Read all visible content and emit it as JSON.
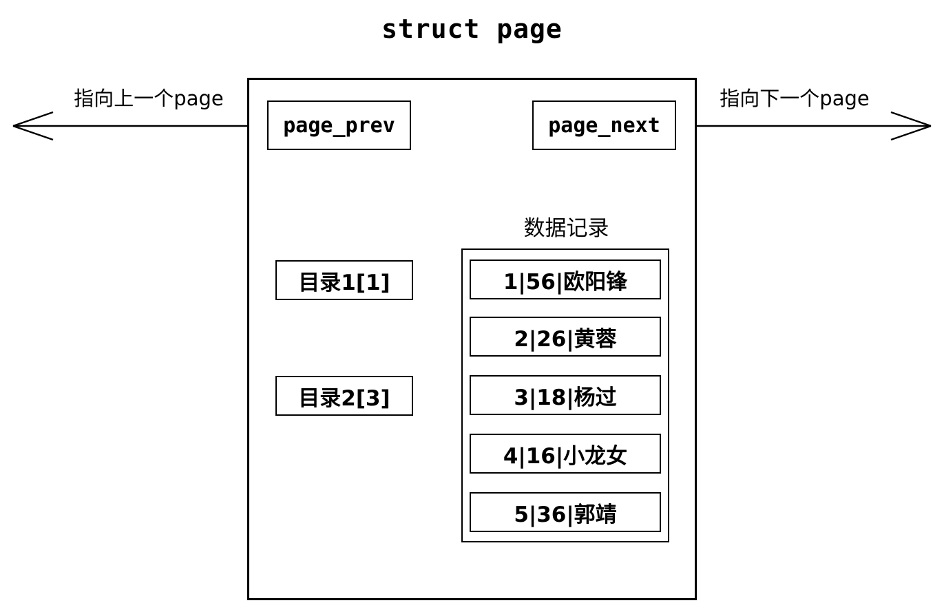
{
  "colors": {
    "stroke": "#000000",
    "background": "#ffffff",
    "text": "#000000"
  },
  "title": "struct page",
  "page_struct": {
    "prev_field_label": "page_prev",
    "next_field_label": "page_next",
    "prev_arrow_label": "指向上一个page",
    "next_arrow_label": "指向下一个page"
  },
  "records_section": {
    "heading": "数据记录",
    "records": [
      {
        "text": "1|56|欧阳锋"
      },
      {
        "text": "2|26|黄蓉"
      },
      {
        "text": "3|18|杨过"
      },
      {
        "text": "4|16|小龙女"
      },
      {
        "text": "5|36|郭靖"
      }
    ]
  },
  "directory_entries": [
    {
      "label": "目录1[1]",
      "target_record_index": 0
    },
    {
      "label": "目录2[3]",
      "target_record_index": 2
    }
  ]
}
